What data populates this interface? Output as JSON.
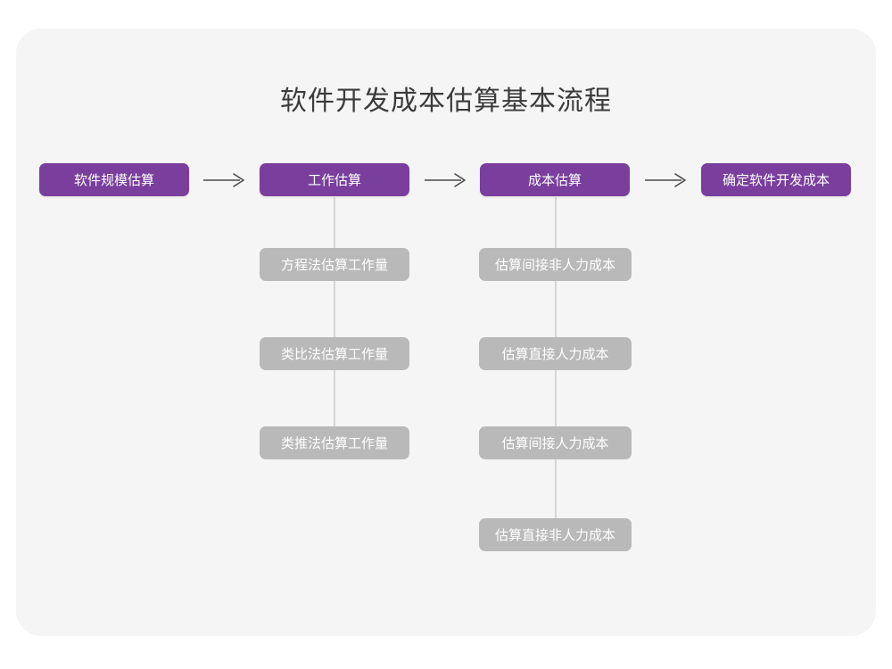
{
  "canvas": {
    "background": "#ffffff",
    "card_color": "#f5f5f5",
    "accent_color": "#7a3e9d",
    "secondary_color": "#b9b9b9",
    "line_color": "#d6d6d6",
    "title_color": "#3b3b3b"
  },
  "title": "软件开发成本估算基本流程",
  "flow": {
    "arrow_glyph": "→",
    "stages": [
      {
        "label": "软件规模估算",
        "children": []
      },
      {
        "label": "工作估算",
        "children": [
          "方程法估算工作量",
          "类比法估算工作量",
          "类推法估算工作量"
        ]
      },
      {
        "label": "成本估算",
        "children": [
          "估算间接非人力成本",
          "估算直接人力成本",
          "估算间接人力成本",
          "估算直接非人力成本"
        ]
      },
      {
        "label": "确定软件开发成本",
        "children": []
      }
    ]
  }
}
